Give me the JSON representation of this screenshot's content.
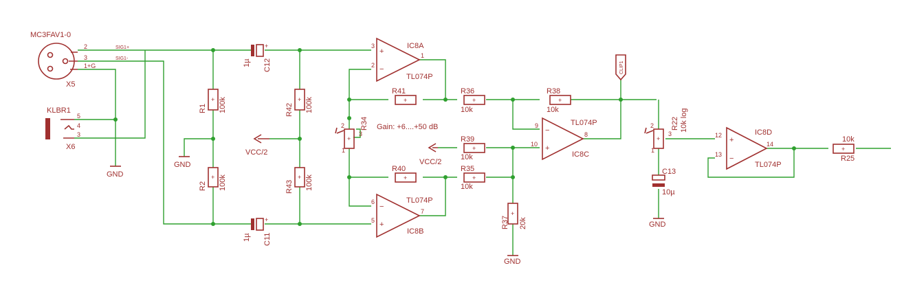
{
  "connector": {
    "xlr_name": "MC3FAV1-0",
    "xlr_ref": "X5",
    "jack_name": "KLBR1",
    "jack_ref": "X6",
    "xlr_pins": [
      "2",
      "3",
      "1+G"
    ],
    "jack_pins": [
      "5",
      "4",
      "3"
    ],
    "nets": [
      "SIG1+",
      "SIG1-"
    ]
  },
  "labels": {
    "gnd": "GND",
    "vcc2": "VCC/2",
    "gain": "Gain: +6....+50 dB",
    "clip": "CLIP1"
  },
  "resistors": [
    {
      "ref": "R1",
      "value": "100k"
    },
    {
      "ref": "R2",
      "value": "100k"
    },
    {
      "ref": "R42",
      "value": "100k"
    },
    {
      "ref": "R43",
      "value": "100k"
    },
    {
      "ref": "R41",
      "value": ""
    },
    {
      "ref": "R40",
      "value": ""
    },
    {
      "ref": "R36",
      "value": "10k"
    },
    {
      "ref": "R35",
      "value": "10k"
    },
    {
      "ref": "R38",
      "value": "10k"
    },
    {
      "ref": "R39",
      "value": "10k"
    },
    {
      "ref": "R37",
      "value": "20k"
    },
    {
      "ref": "R25",
      "value": "10k"
    }
  ],
  "pots": [
    {
      "ref": "R34",
      "value": "",
      "pins": [
        "2",
        "3",
        "1"
      ]
    },
    {
      "ref": "R22",
      "value": "10k log",
      "pins": [
        "2",
        "3",
        "1"
      ]
    }
  ],
  "capacitors": [
    {
      "ref": "C12",
      "value": "1µ"
    },
    {
      "ref": "C11",
      "value": "1µ"
    },
    {
      "ref": "C13",
      "value": "10µ"
    }
  ],
  "opamps": [
    {
      "ref": "IC8A",
      "type": "TL074P",
      "pins": [
        "3",
        "2",
        "1"
      ]
    },
    {
      "ref": "IC8B",
      "type": "TL074P",
      "pins": [
        "6",
        "5",
        "7"
      ]
    },
    {
      "ref": "IC8C",
      "type": "TL074P",
      "pins": [
        "9",
        "10",
        "8"
      ]
    },
    {
      "ref": "IC8D",
      "type": "TL074P",
      "pins": [
        "12",
        "13",
        "14"
      ]
    }
  ]
}
